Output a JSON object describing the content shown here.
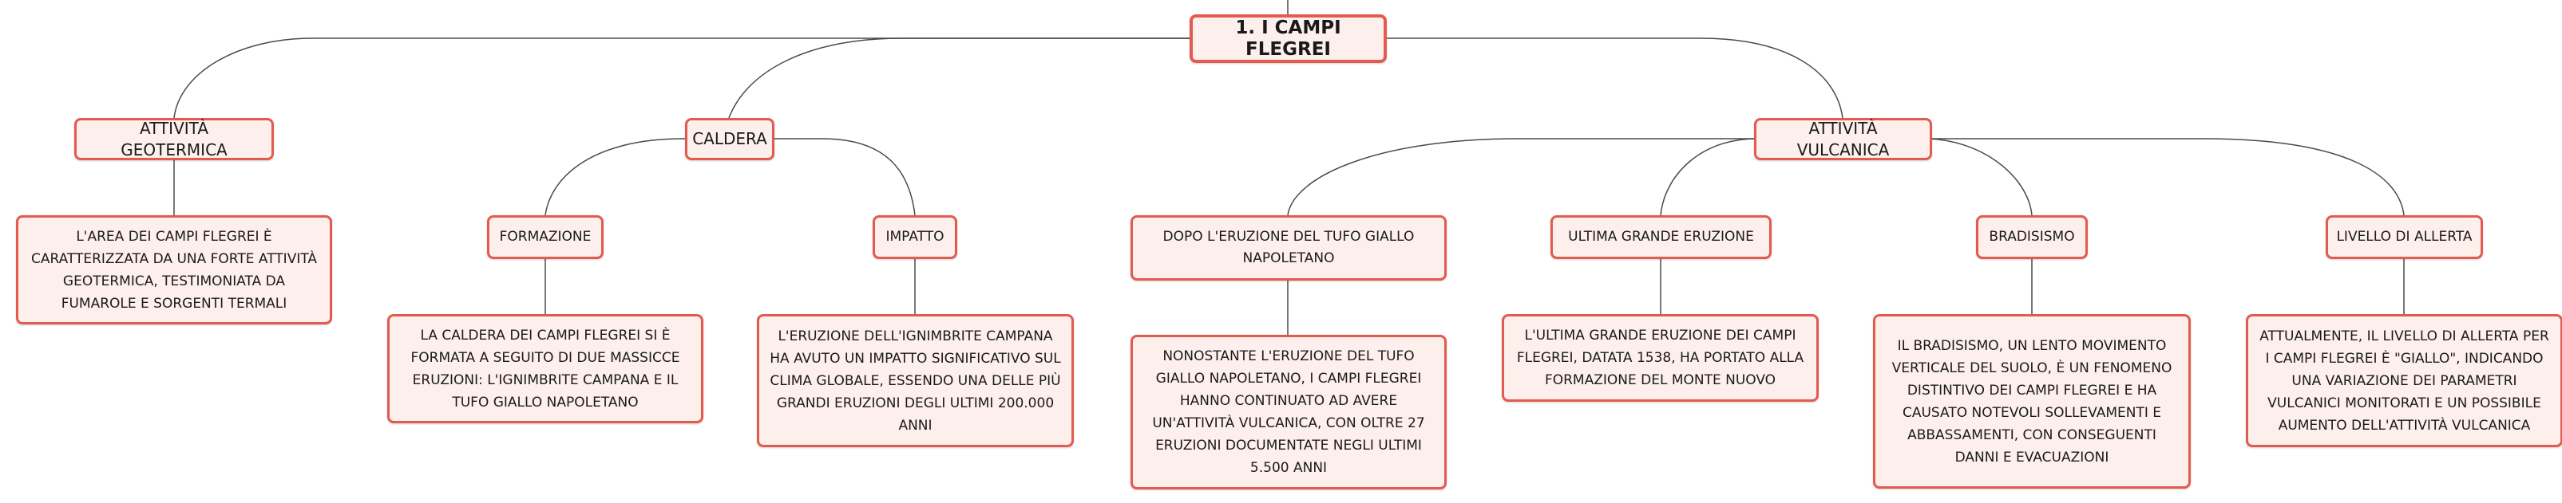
{
  "root": {
    "label": "1. I CAMPI FLEGREI"
  },
  "topics": [
    {
      "label": "ATTIVITÀ GEOTERMICA",
      "children": [
        {
          "label": "L'AREA DEI CAMPI FLEGREI È CARATTERIZZATA DA UNA FORTE ATTIVITÀ GEOTERMICA, TESTIMONIATA DA FUMAROLE E SORGENTI TERMALI"
        }
      ]
    },
    {
      "label": "CALDERA",
      "children": [
        {
          "label": "FORMAZIONE",
          "detail": "LA CALDERA DEI CAMPI FLEGREI SI È FORMATA A SEGUITO DI DUE MASSICCE ERUZIONI: L'IGNIMBRITE CAMPANA E IL TUFO GIALLO NAPOLETANO"
        },
        {
          "label": "IMPATTO",
          "detail": "L'ERUZIONE DELL'IGNIMBRITE CAMPANA HA AVUTO UN IMPATTO SIGNIFICATIVO SUL CLIMA GLOBALE, ESSENDO UNA DELLE PIÙ GRANDI ERUZIONI DEGLI ULTIMI 200.000 ANNI"
        }
      ]
    },
    {
      "label": "ATTIVITÀ VULCANICA",
      "children": [
        {
          "label": "DOPO L'ERUZIONE DEL TUFO GIALLO NAPOLETANO",
          "detail": "NONOSTANTE L'ERUZIONE DEL TUFO GIALLO NAPOLETANO, I CAMPI FLEGREI HANNO CONTINUATO AD AVERE UN'ATTIVITÀ VULCANICA, CON OLTRE 27 ERUZIONI DOCUMENTATE NEGLI ULTIMI 5.500 ANNI"
        },
        {
          "label": "ULTIMA GRANDE ERUZIONE",
          "detail": "L'ULTIMA GRANDE ERUZIONE DEI CAMPI FLEGREI, DATATA 1538, HA PORTATO ALLA FORMAZIONE DEL MONTE NUOVO"
        },
        {
          "label": "BRADISISMO",
          "detail": "IL BRADISISMO, UN LENTO MOVIMENTO VERTICALE DEL SUOLO, È UN FENOMENO DISTINTIVO DEI CAMPI FLEGREI E HA CAUSATO NOTEVOLI SOLLEVAMENTI E ABBASSAMENTI, CON CONSEGUENTI DANNI E EVACUAZIONI"
        },
        {
          "label": "LIVELLO DI ALLERTA",
          "detail": "ATTUALMENTE, IL LIVELLO DI ALLERTA PER I CAMPI FLEGREI È \"GIALLO\", INDICANDO UNA VARIAZIONE DEI PARAMETRI VULCANICI MONITORATI E UN POSSIBILE AUMENTO DELL'ATTIVITÀ VULCANICA"
        }
      ]
    }
  ],
  "colors": {
    "node_border": "#e35b4e",
    "node_fill": "#fdf0ec",
    "connector": "#4a4a4a"
  }
}
